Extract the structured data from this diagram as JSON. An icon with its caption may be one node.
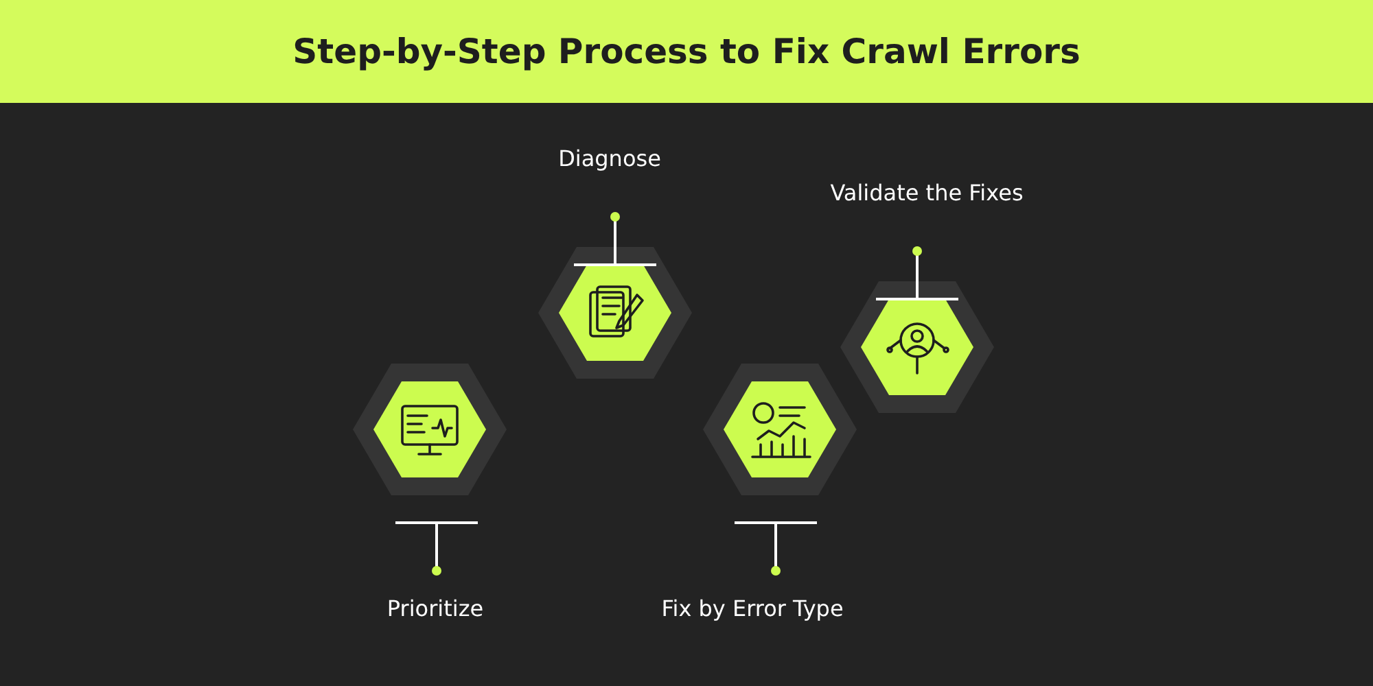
{
  "diagram": {
    "title": "Step-by-Step Process to Fix Crawl Errors",
    "nodes": [
      {
        "text": [
          "Prioritize"
        ]
      },
      {
        "text": [
          "Diagnose"
        ]
      },
      {
        "text": [
          "Fix by Error Type"
        ]
      },
      {
        "text": [
          "Validate the Fixes"
        ]
      }
    ]
  }
}
